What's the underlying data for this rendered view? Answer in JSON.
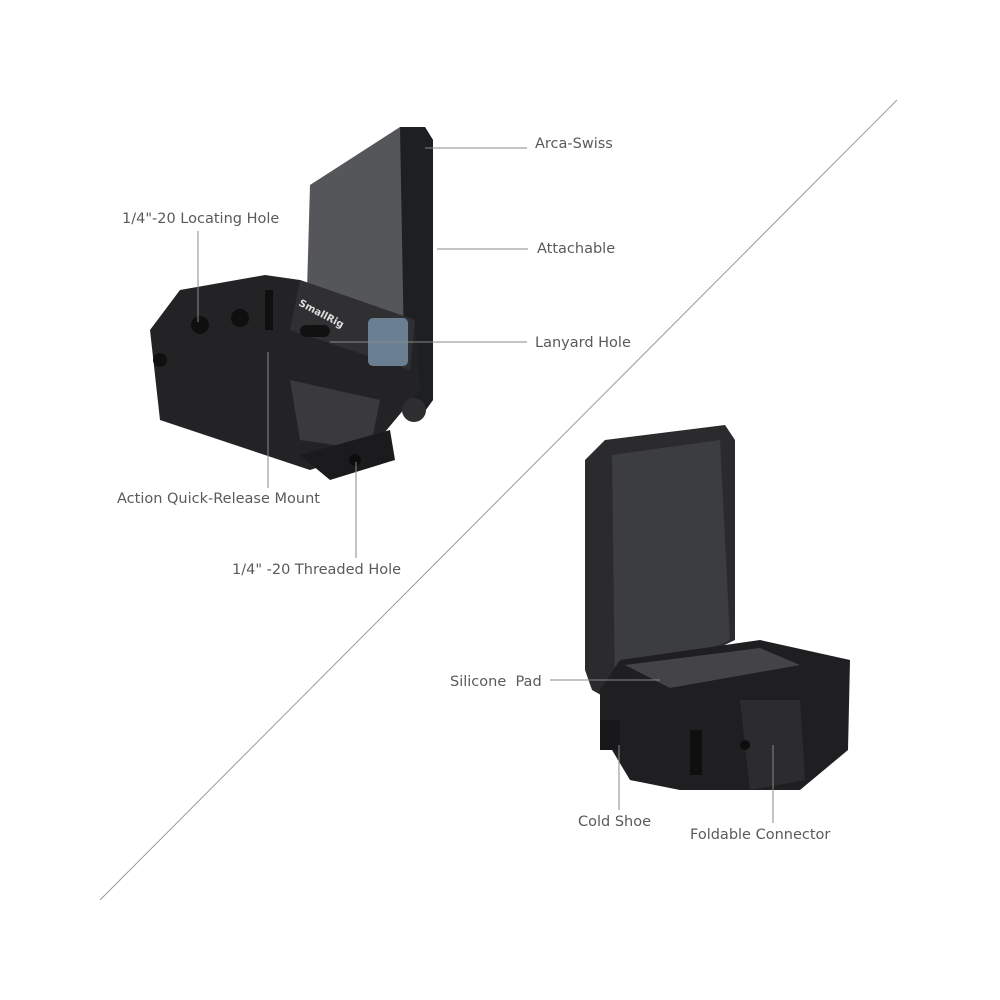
{
  "brand_logo": "SmallRig",
  "callouts": {
    "arca_swiss": "Arca-Swiss",
    "attachable": "Attachable",
    "locating_hole": "1/4\"-20 Locating Hole",
    "lanyard_hole": "Lanyard Hole",
    "quick_release": "Action Quick-Release Mount",
    "threaded_hole": "1/4\" -20 Threaded Hole",
    "silicone_pad": "Silicone  Pad",
    "cold_shoe": "Cold Shoe",
    "foldable_connector": "Foldable Connector"
  },
  "colors": {
    "text": "#5a5a5a",
    "leader": "#8a8a8a",
    "product": "#2a2a2c",
    "plate": "#4a4b4e"
  }
}
